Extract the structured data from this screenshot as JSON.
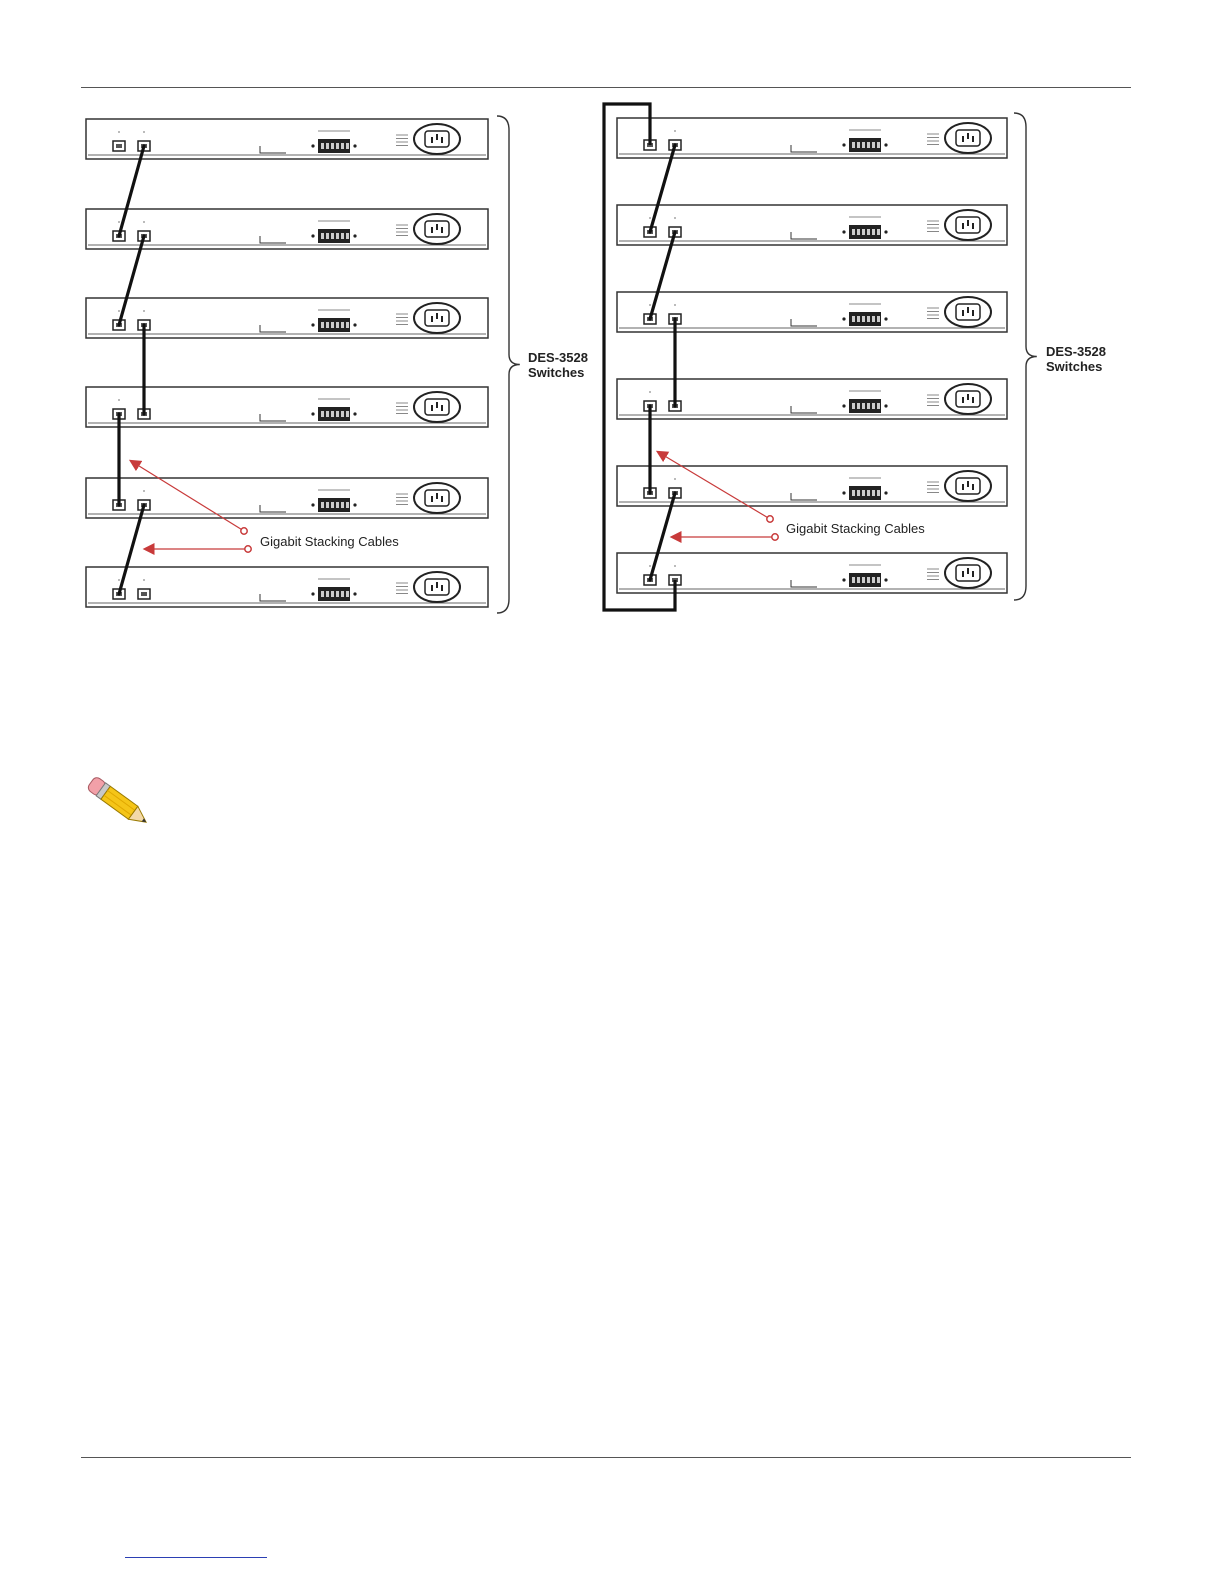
{
  "left_diagram": {
    "callout": "Gigabit Stacking Cables",
    "bracket_label_line1": "DES-3528",
    "bracket_label_line2": "Switches"
  },
  "right_diagram": {
    "callout": "Gigabit Stacking Cables",
    "bracket_label_line1": "DES-3528",
    "bracket_label_line2": "Switches"
  },
  "note": {
    "icon": "pencil-note-icon"
  },
  "colors": {
    "annotation_arrow": "#c83a3a",
    "cable": "#111111",
    "footer_link": "#2b3fb3"
  }
}
